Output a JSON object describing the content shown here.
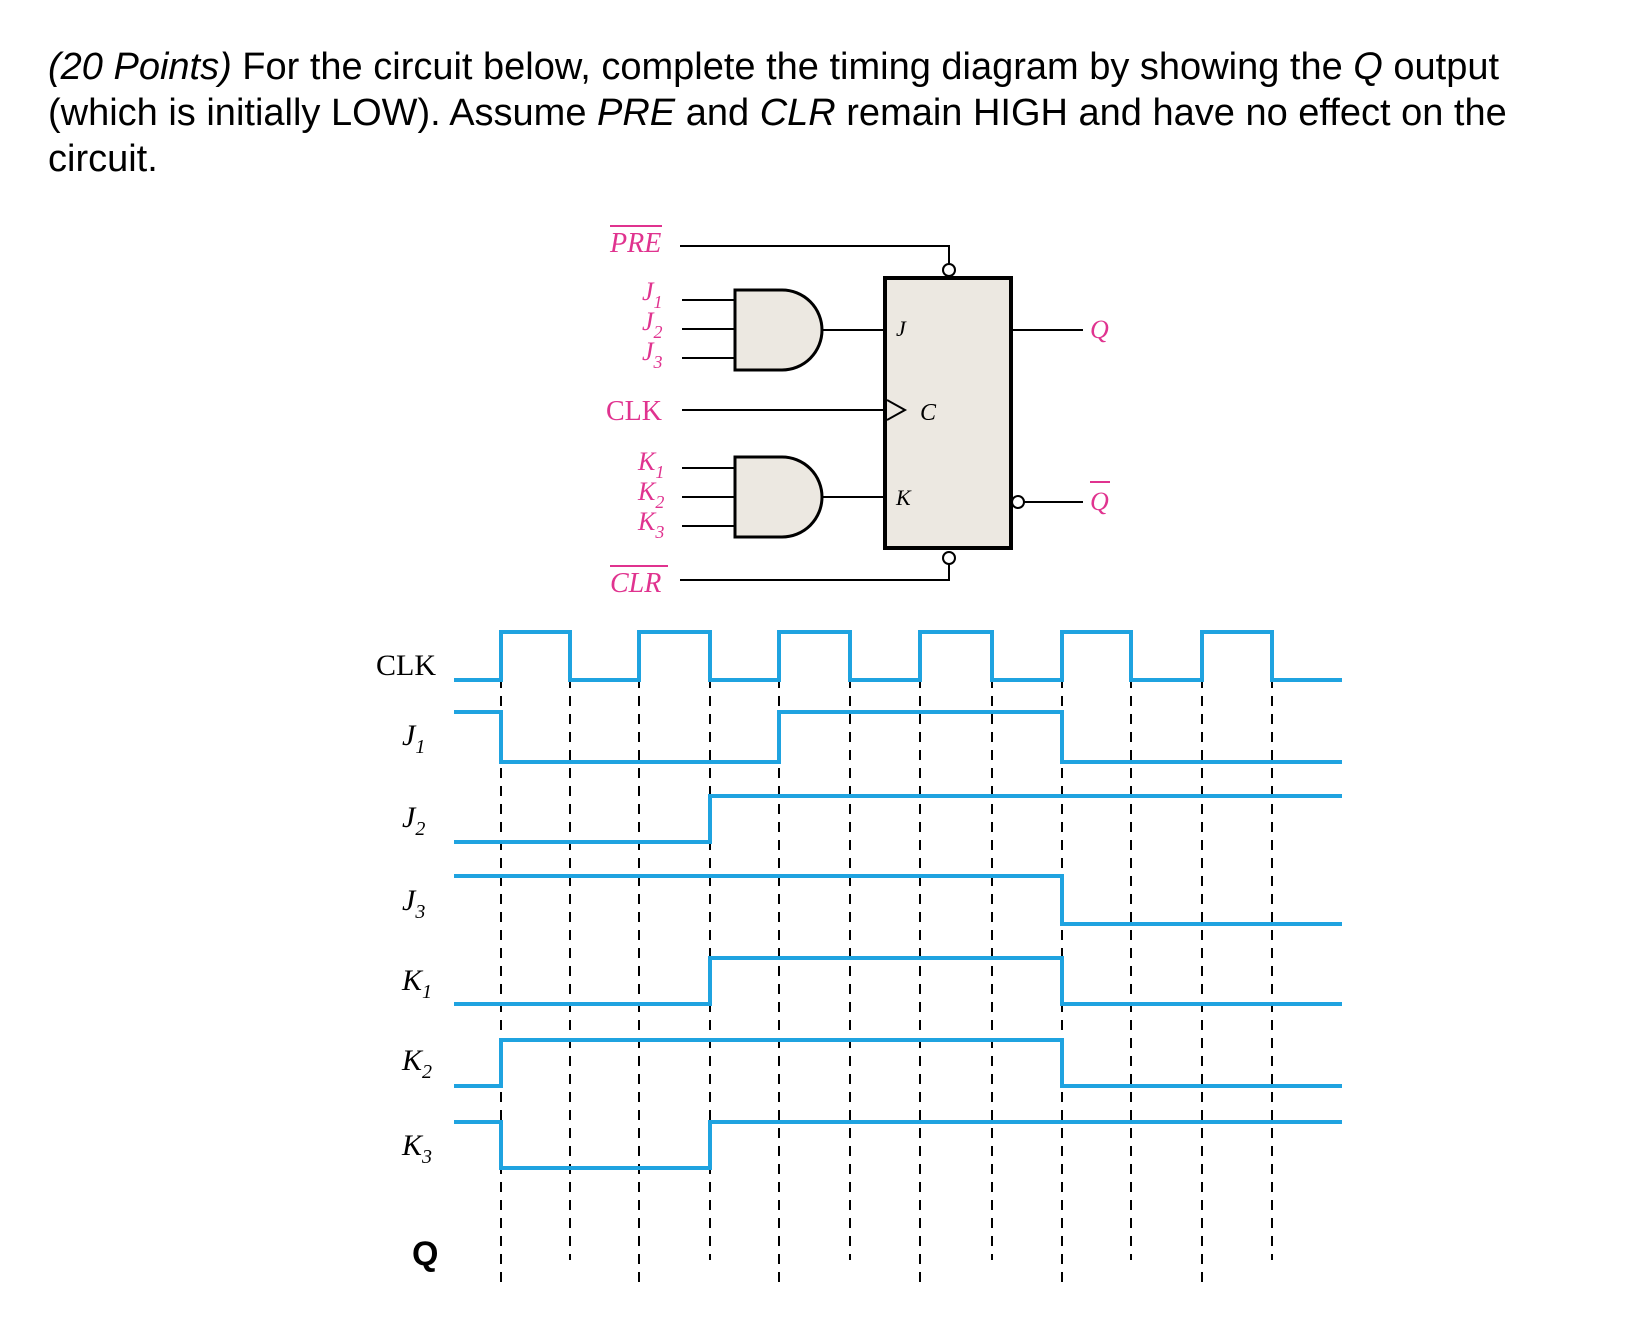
{
  "question": {
    "points": "(20 Points)",
    "part1": " For the circuit below, complete the timing diagram by showing the ",
    "q": "Q",
    "part2": " output (which is initially LOW). Assume ",
    "pre": "PRE",
    "part3": " and ",
    "clr": "CLR",
    "part4": " remain HIGH and have no effect on the circuit."
  },
  "circuit": {
    "pre_label": "PRE",
    "clr_label": "CLR",
    "clk_label": "CLK",
    "j_inputs": [
      {
        "base": "J",
        "sub": "1"
      },
      {
        "base": "J",
        "sub": "2"
      },
      {
        "base": "J",
        "sub": "3"
      }
    ],
    "k_inputs": [
      {
        "base": "K",
        "sub": "1"
      },
      {
        "base": "K",
        "sub": "2"
      },
      {
        "base": "K",
        "sub": "3"
      }
    ],
    "ff_j": "J",
    "ff_c": "C",
    "ff_k": "K",
    "out_q": "Q",
    "out_qbar": "Q",
    "colors": {
      "pink": "#e0338f",
      "gate_fill": "#ece8e1",
      "ff_fill": "#ece8e1"
    }
  },
  "timing": {
    "colors": {
      "wave": "#1fa3e0",
      "dash": "#000000"
    },
    "signals": [
      {
        "label": "CLK",
        "base": "CLK",
        "sub": "",
        "levels": [
          0,
          1,
          0,
          1,
          0,
          1,
          0,
          1,
          0,
          1,
          0,
          1,
          0
        ]
      },
      {
        "label": "J1",
        "base": "J",
        "sub": "1",
        "levels": [
          1,
          0,
          0,
          0,
          0,
          1,
          1,
          1,
          1,
          0,
          0,
          0,
          0
        ]
      },
      {
        "label": "J2",
        "base": "J",
        "sub": "2",
        "levels": [
          0,
          0,
          0,
          0,
          1,
          1,
          1,
          1,
          1,
          1,
          1,
          1,
          1
        ]
      },
      {
        "label": "J3",
        "base": "J",
        "sub": "3",
        "levels": [
          1,
          1,
          1,
          1,
          1,
          1,
          1,
          1,
          1,
          0,
          0,
          0,
          0
        ]
      },
      {
        "label": "K1",
        "base": "K",
        "sub": "1",
        "levels": [
          0,
          0,
          0,
          0,
          1,
          1,
          1,
          1,
          1,
          0,
          0,
          0,
          0
        ]
      },
      {
        "label": "K2",
        "base": "K",
        "sub": "2",
        "levels": [
          0,
          1,
          1,
          1,
          1,
          1,
          1,
          1,
          1,
          0,
          0,
          0,
          0
        ]
      },
      {
        "label": "K3",
        "base": "K",
        "sub": "3",
        "levels": [
          1,
          0,
          0,
          0,
          1,
          1,
          1,
          1,
          1,
          1,
          1,
          1,
          1
        ]
      }
    ],
    "q_label": "Q"
  }
}
